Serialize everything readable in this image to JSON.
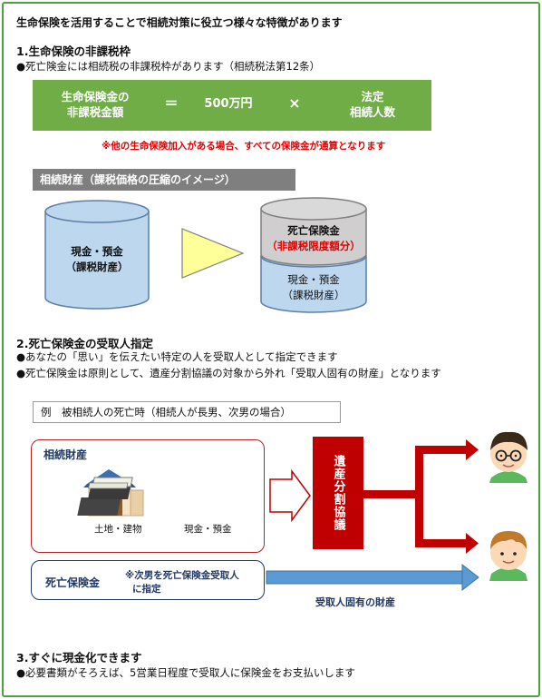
{
  "intro": "生命保険を活用することで相続対策に役立つ様々な特徴があります",
  "section1": {
    "heading": "1.生命保険の非課税枠",
    "bullet": "●死亡険金には相続税の非課税枠があります（相続税法第12条）",
    "formula": {
      "left_line1": "生命保険金の",
      "left_line2": "非課税金額",
      "equals": "＝",
      "amount": "500万円",
      "times": "×",
      "right_line1": "法定",
      "right_line2": "相続人数"
    },
    "note": "※他の生命保険加入がある場合、すべての保険金が通算となります",
    "banner": "相続財産（課税価格の圧縮のイメージ）",
    "left_cylinder_line1": "現金・預金",
    "left_cylinder_line2": "（課税財産）",
    "right_top_line1": "死亡保険金",
    "right_top_line2": "（非課税限度額分）",
    "right_bottom_line1": "現金・預金",
    "right_bottom_line2": "（課税財産）"
  },
  "section2": {
    "heading": "2.死亡保険金の受取人指定",
    "bullet1": "●あなたの「思い」を伝えたい特定の人を受取人として指定できます",
    "bullet2": "●死亡保険金は原則として、遺産分割協議の対象から外れ「受取人固有の財産」となります",
    "example": "例　被相続人の死亡時（相続人が長男、次男の場合）",
    "asset_title": "相続財産",
    "land_label": "土地・建物",
    "cash_label": "現金・預金",
    "panel_text": "遺産分割協議",
    "death_title": "死亡保険金",
    "death_note_line1": "※次男を死亡保険金受取人",
    "death_note_line2": "に指定",
    "own_property": "受取人固有の財産"
  },
  "section3": {
    "heading": "3.すぐに現金化できます",
    "bullet": "●必要書類がそろえば、5営業日程度で受取人に保険金をお支払いします"
  },
  "colors": {
    "frame": "#4da33a",
    "formula_bg": "#70ad47",
    "note": "#e00000",
    "cylinder": "#bdd7ee",
    "insurance_cylinder": "#d0cece",
    "triangle": "#ffff99",
    "panel": "#c00000",
    "arrow_blue": "#5b9bd5"
  },
  "icons": [
    "house-icon",
    "cash-stack-icon",
    "person-glasses-icon",
    "person-icon"
  ]
}
